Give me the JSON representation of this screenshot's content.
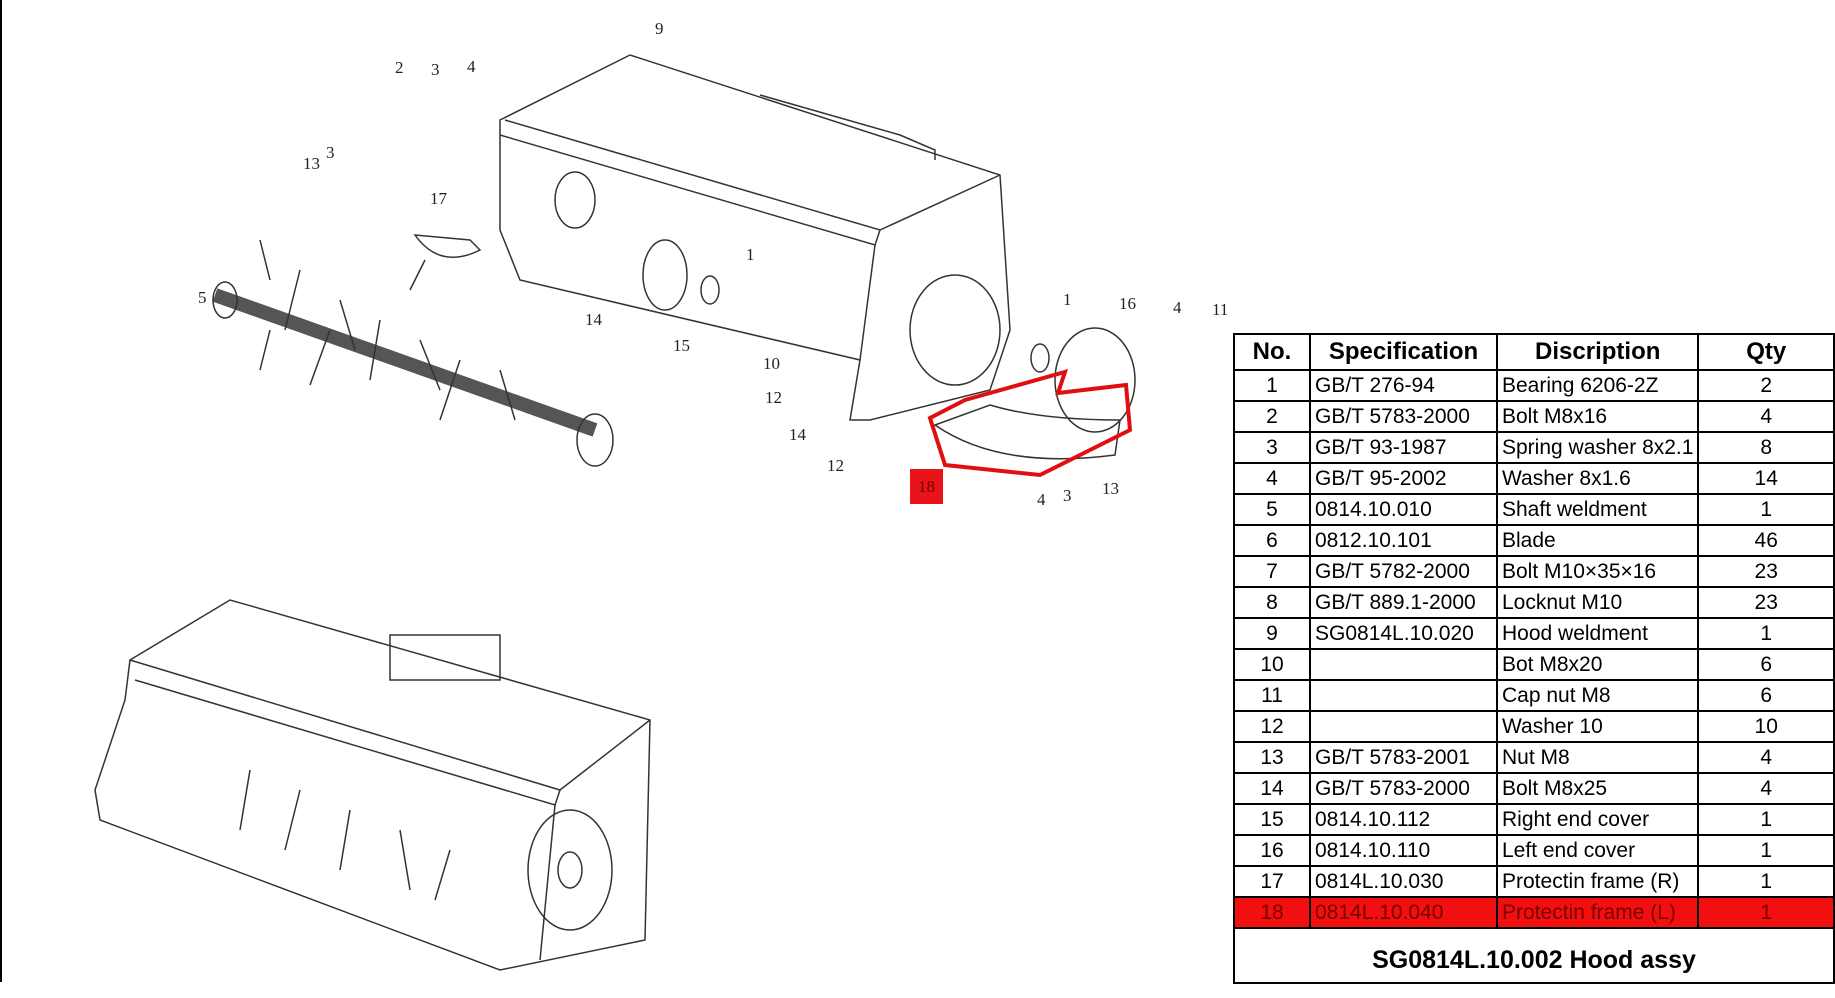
{
  "callouts": [
    "9",
    "2",
    "3",
    "4",
    "13",
    "3",
    "17",
    "5",
    "14",
    "15",
    "1",
    "10",
    "12",
    "14",
    "12",
    "1",
    "16",
    "4",
    "11",
    "4",
    "3",
    "13"
  ],
  "highlight_tag": "18",
  "table": {
    "headers": [
      "No.",
      "Specification",
      "Discription",
      "Qty"
    ],
    "rows": [
      [
        "1",
        "GB/T 276-94",
        "Bearing 6206-2Z",
        "2"
      ],
      [
        "2",
        " GB/T 5783-2000",
        "Bolt M8x16",
        "4"
      ],
      [
        "3",
        "GB/T 93-1987",
        "Spring washer 8x2.1",
        "8"
      ],
      [
        "4",
        "GB/T 95-2002",
        "Washer 8x1.6",
        "14"
      ],
      [
        "5",
        "0814.10.010",
        "Shaft weldment",
        "1"
      ],
      [
        "6",
        "0812.10.101",
        "Blade",
        "46"
      ],
      [
        "7",
        " GB/T 5782-2000",
        "Bolt M10×35×16",
        "23"
      ],
      [
        "8",
        "GB/T 889.1-2000",
        "Locknut M10",
        "23"
      ],
      [
        "9",
        "SG0814L.10.020",
        "Hood weldment",
        "1"
      ],
      [
        "10",
        "",
        "Bot M8x20",
        "6"
      ],
      [
        "11",
        "",
        "Cap nut M8",
        "6"
      ],
      [
        "12",
        "",
        "Washer 10",
        "10"
      ],
      [
        "13",
        " GB/T 5783-2001",
        "Nut M8",
        "4"
      ],
      [
        "14",
        "GB/T 5783-2000",
        "Bolt M8x25",
        "4"
      ],
      [
        "15",
        " 0814.10.112",
        "Right end cover",
        "1"
      ],
      [
        "16",
        "0814.10.110",
        "Left end cover",
        "1"
      ],
      [
        "17",
        "0814L.10.030",
        "Protectin frame (R)",
        "1"
      ],
      [
        "18",
        "0814L.10.040",
        "Protectin frame (L)",
        "1"
      ]
    ],
    "highlighted_row": "18",
    "title": "SG0814L.10.002 Hood assy"
  },
  "colors": {
    "highlight": "#f20f0f"
  }
}
